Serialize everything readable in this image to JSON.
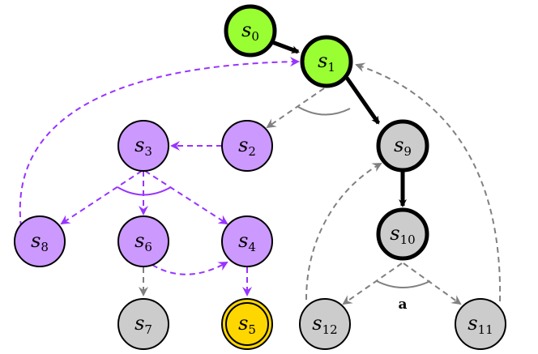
{
  "colors": {
    "green": "#99ff33",
    "purple": "#cc99ff",
    "purple_edge": "#9933ff",
    "gray": "#cccccc",
    "gray_edge": "#808080",
    "yellow": "#ffd700",
    "black": "#000000"
  },
  "nodes": [
    {
      "id": "s0",
      "base": "s",
      "sub": "0",
      "fill": "green",
      "style": "thick"
    },
    {
      "id": "s1",
      "base": "s",
      "sub": "1",
      "fill": "green",
      "style": "thick"
    },
    {
      "id": "s2",
      "base": "s",
      "sub": "2",
      "fill": "purple",
      "style": "normal"
    },
    {
      "id": "s3",
      "base": "s",
      "sub": "3",
      "fill": "purple",
      "style": "normal"
    },
    {
      "id": "s4",
      "base": "s",
      "sub": "4",
      "fill": "purple",
      "style": "normal"
    },
    {
      "id": "s5",
      "base": "s",
      "sub": "5",
      "fill": "yellow",
      "style": "double"
    },
    {
      "id": "s6",
      "base": "s",
      "sub": "6",
      "fill": "purple",
      "style": "normal"
    },
    {
      "id": "s7",
      "base": "s",
      "sub": "7",
      "fill": "gray",
      "style": "normal"
    },
    {
      "id": "s8",
      "base": "s",
      "sub": "8",
      "fill": "purple",
      "style": "normal"
    },
    {
      "id": "s9",
      "base": "s",
      "sub": "9",
      "fill": "gray",
      "style": "thick"
    },
    {
      "id": "s10",
      "base": "s",
      "sub": "10",
      "fill": "gray",
      "style": "thick"
    },
    {
      "id": "s11",
      "base": "s",
      "sub": "11",
      "fill": "gray",
      "style": "normal"
    },
    {
      "id": "s12",
      "base": "s",
      "sub": "12",
      "fill": "gray",
      "style": "normal"
    }
  ],
  "edges": [
    {
      "from": "s0",
      "to": "s1",
      "kind": "solid-black"
    },
    {
      "from": "s1",
      "to": "s9",
      "kind": "solid-black"
    },
    {
      "from": "s9",
      "to": "s10",
      "kind": "solid-black"
    },
    {
      "from": "s1",
      "to": "s2",
      "kind": "dashed-gray"
    },
    {
      "from": "s2",
      "to": "s3",
      "kind": "dashed-purple"
    },
    {
      "from": "s3",
      "to": "s8",
      "kind": "dashed-purple"
    },
    {
      "from": "s3",
      "to": "s6",
      "kind": "dashed-purple"
    },
    {
      "from": "s3",
      "to": "s4",
      "kind": "dashed-purple"
    },
    {
      "from": "s8",
      "to": "s1",
      "kind": "dashed-purple"
    },
    {
      "from": "s6",
      "to": "s4",
      "kind": "dashed-purple"
    },
    {
      "from": "s6",
      "to": "s7",
      "kind": "dashed-gray"
    },
    {
      "from": "s4",
      "to": "s5",
      "kind": "dashed-purple"
    },
    {
      "from": "s10",
      "to": "s12",
      "kind": "dashed-gray"
    },
    {
      "from": "s10",
      "to": "s11",
      "kind": "dashed-gray"
    },
    {
      "from": "s12",
      "to": "s9",
      "kind": "dashed-gray"
    },
    {
      "from": "s11",
      "to": "s1",
      "kind": "dashed-gray"
    }
  ],
  "edge_labels": [
    {
      "near": "s10",
      "text": "a"
    }
  ]
}
